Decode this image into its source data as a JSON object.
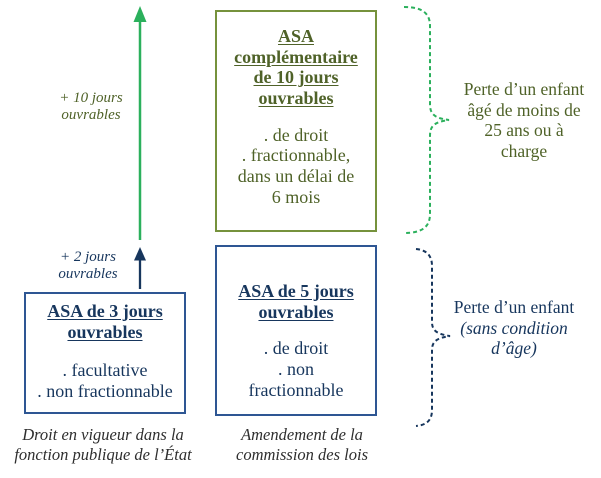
{
  "colors": {
    "olive-text": "#4F6228",
    "olive-border": "#76923C",
    "bright-green": "#2BB05C",
    "navy-text": "#17365D",
    "blue-border": "#2E5693",
    "caption": "#2E2E2E"
  },
  "arrows": {
    "plus10_label": "+ 10 jours\nouvrables",
    "plus2_label": "+ 2 jours\nouvrables"
  },
  "boxes": {
    "complementary": {
      "title": "ASA\ncomplémentaire\nde 10 jours\nouvrables",
      "body": ". de droit\n. fractionnable,\ndans un délai de\n6 mois"
    },
    "five_days": {
      "title": "ASA de 5 jours\nouvrables",
      "body": ". de droit\n. non\nfractionnable"
    },
    "three_days": {
      "title": "ASA de 3 jours\nouvrables",
      "body": ". facultative\n. non fractionnable"
    }
  },
  "notes": {
    "green": "Perte d’un enfant\nâgé de moins de\n25 ans ou à\ncharge",
    "blue_line1": "Perte d’un enfant",
    "blue_line2": "(sans condition\nd’âge)"
  },
  "captions": {
    "left": "Droit en vigueur dans la\nfonction publique de l’État",
    "right": "Amendement de la\ncommission des lois"
  }
}
